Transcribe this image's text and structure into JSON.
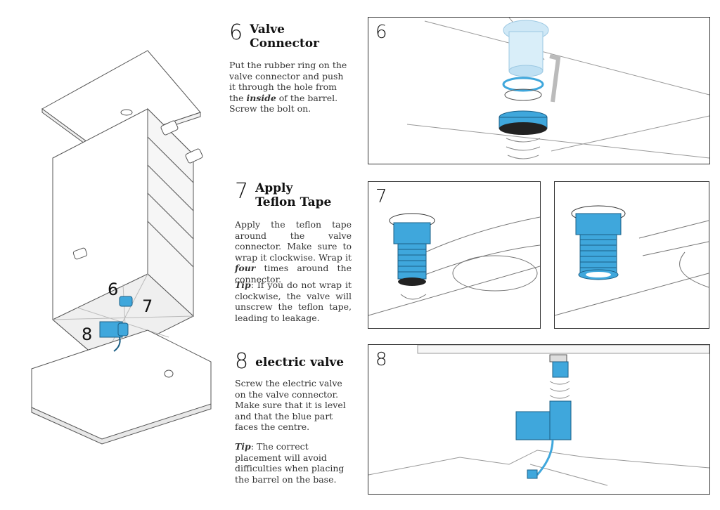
{
  "colors": {
    "accent": "#3fa7dc",
    "line": "#555555",
    "panel_border": "#333333"
  },
  "steps": [
    {
      "number": "6",
      "title_line1": "Valve",
      "title_line2": "Connector",
      "p1a": "Put the rubber ring on the valve connector and push it through the hole from the ",
      "p1em": "inside",
      "p1b": " of the barrel. Screw the bolt on."
    },
    {
      "number": "7",
      "title_line1": "Apply",
      "title_line2": "Teflon Tape",
      "p1a": "Apply the teflon tape around the valve connector. Make sure to wrap it clockwise. Wrap it ",
      "p1em": "four",
      "p1b": " times around the connector.",
      "tip_label": "Tip",
      "tip_text": ": If you do not wrap it clockwise, the valve will un­screw the teflon tape, lead­ing to leakage."
    },
    {
      "number": "8",
      "title_line1": "electric valve",
      "p1": "Screw the electric valve on the valve connector. Make sure that it is level and that the blue part faces the centre.",
      "tip_label": "Tip",
      "tip_text": ": The correct placement will avoid difficulties when placing the barrel on the base."
    }
  ],
  "overview_callouts": [
    "6",
    "7",
    "8"
  ],
  "panels": [
    "6",
    "7",
    "8"
  ]
}
